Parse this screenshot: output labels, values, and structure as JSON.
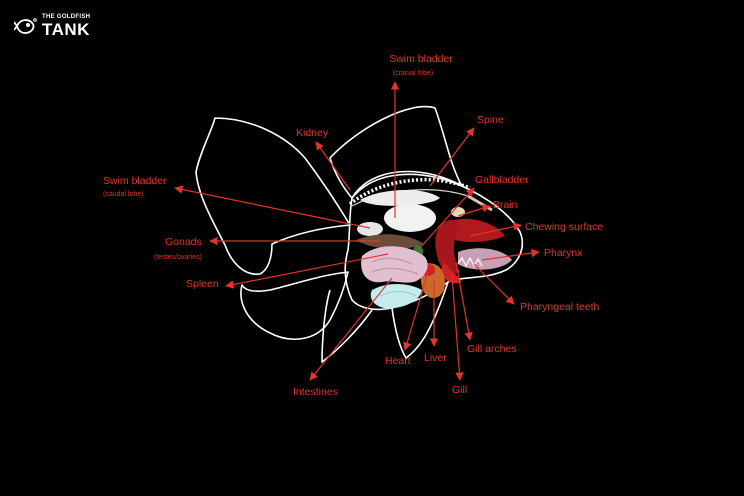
{
  "brand": {
    "top": "THE GOLDFISH",
    "bottom": "TANK",
    "icon": "goldfish-icon"
  },
  "colors": {
    "label": "#e0352b",
    "outline": "#ffffff",
    "background": "#000000"
  },
  "labels": {
    "swim_bladder_cranial": "Swim bladder",
    "swim_bladder_cranial_sub": "(cranial lobe)",
    "spine": "Spine",
    "kidney": "Kidney",
    "gallbladder": "Gallbladder",
    "brain": "Brain",
    "swim_bladder_caudal": "Swim bladder",
    "swim_bladder_caudal_sub": "(caudal lobe)",
    "chewing_surface": "Chewing surface",
    "gonads": "Gonads",
    "gonads_sub": "(testes/ovaries)",
    "pharynx": "Pharynx",
    "spleen": "Spleen",
    "pharyngeal_teeth": "Pharyngeal teeth",
    "gill_arches": "Gill arches",
    "heart": "Heart",
    "liver": "Liver",
    "intestines": "Intestines",
    "gill": "Gill"
  }
}
